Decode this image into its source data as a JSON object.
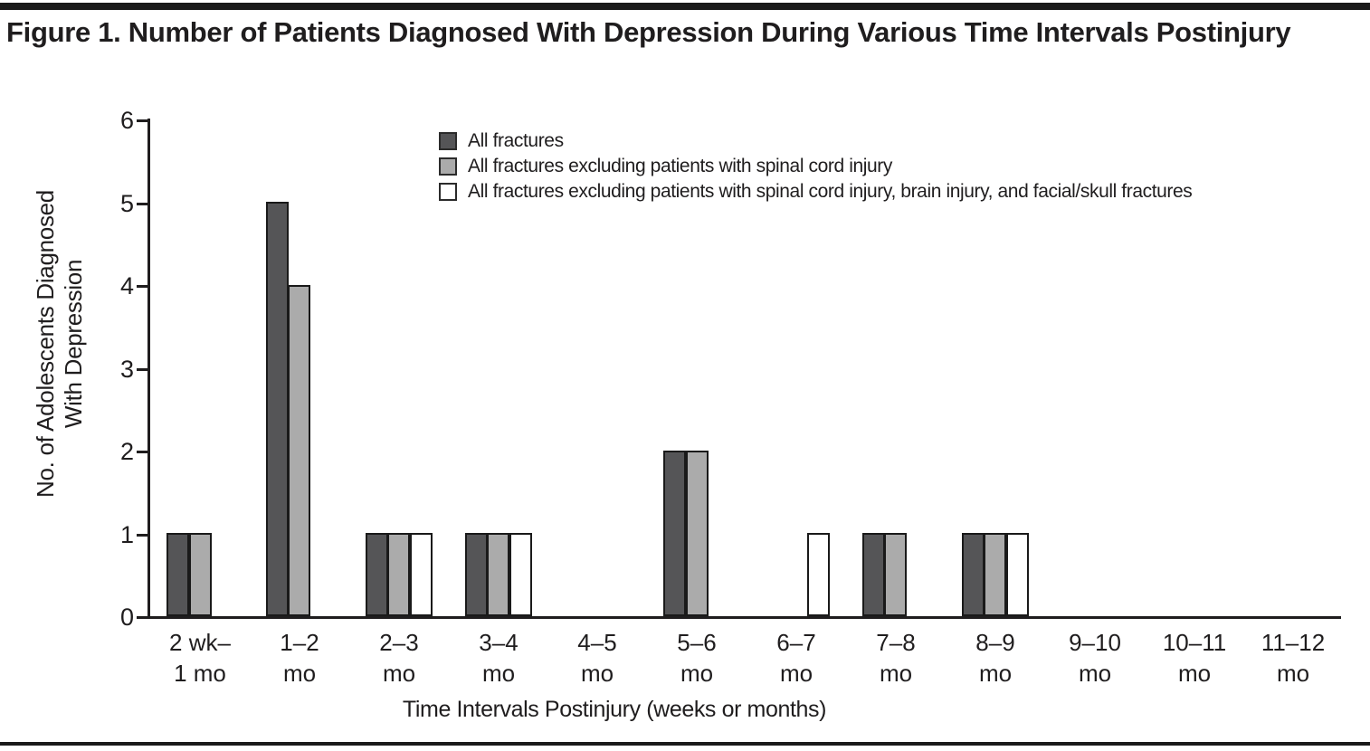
{
  "figure": {
    "title": "Figure 1. Number of Patients Diagnosed With Depression During Various Time Intervals Postinjury"
  },
  "chart_data": {
    "type": "bar",
    "title": "Figure 1. Number of Patients Diagnosed With Depression During Various Time Intervals Postinjury",
    "xlabel": "Time Intervals Postinjury (weeks or months)",
    "ylabel": "No. of Adolescents Diagnosed\nWith Depression",
    "ylim": [
      0,
      6
    ],
    "yticks": [
      0,
      1,
      2,
      3,
      4,
      5,
      6
    ],
    "grid": false,
    "legend_position": "upper-center-inside",
    "categories": [
      "2 wk–\n1 mo",
      "1–2\nmo",
      "2–3\nmo",
      "3–4\nmo",
      "4–5\nmo",
      "5–6\nmo",
      "6–7\nmo",
      "7–8\nmo",
      "8–9\nmo",
      "9–10\nmo",
      "10–11\nmo",
      "11–12\nmo"
    ],
    "series": [
      {
        "name": "All fractures",
        "color": "#555557",
        "values": [
          1,
          5,
          1,
          1,
          0,
          2,
          0,
          1,
          1,
          0,
          0,
          0
        ]
      },
      {
        "name": "All fractures excluding patients with spinal cord injury",
        "color": "#ababab",
        "values": [
          1,
          4,
          1,
          1,
          0,
          2,
          0,
          1,
          1,
          0,
          0,
          0
        ]
      },
      {
        "name": "All fractures excluding patients with spinal cord injury, brain injury, and facial/skull fractures",
        "color": "#ffffff",
        "values": [
          0,
          0,
          1,
          1,
          0,
          0,
          1,
          0,
          1,
          0,
          0,
          0
        ]
      }
    ],
    "colors": {
      "axis": "#1f1d1e",
      "bar_outline": "#1a1a1a",
      "rule": "#1a1a1a",
      "text": "#1f1d1e"
    }
  }
}
